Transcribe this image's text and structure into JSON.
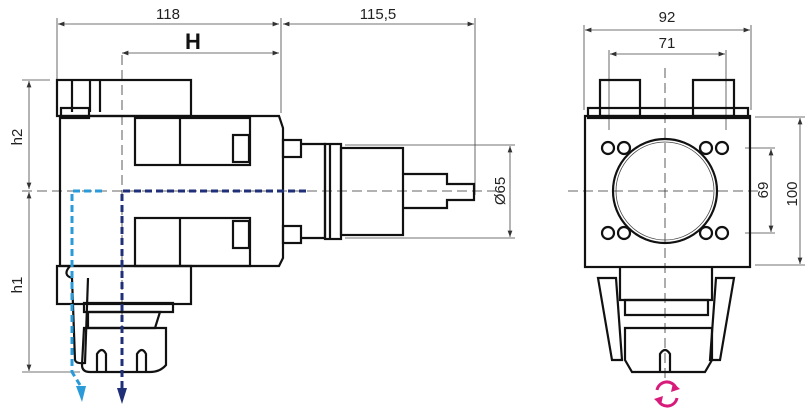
{
  "dimensions": {
    "width_118": "118",
    "width_115_5": "115,5",
    "H": "H",
    "h1": "h1",
    "h2": "h2",
    "diameter": "Ø65",
    "width_92": "92",
    "width_71": "71",
    "height_69": "69",
    "height_100": "100"
  },
  "colors": {
    "coolant_path_outer": "#2a9ad8",
    "coolant_path_inner": "#1f2f78",
    "rotation_arrow": "#d81b7a"
  },
  "icons": [
    "rotation-arrows-icon"
  ]
}
